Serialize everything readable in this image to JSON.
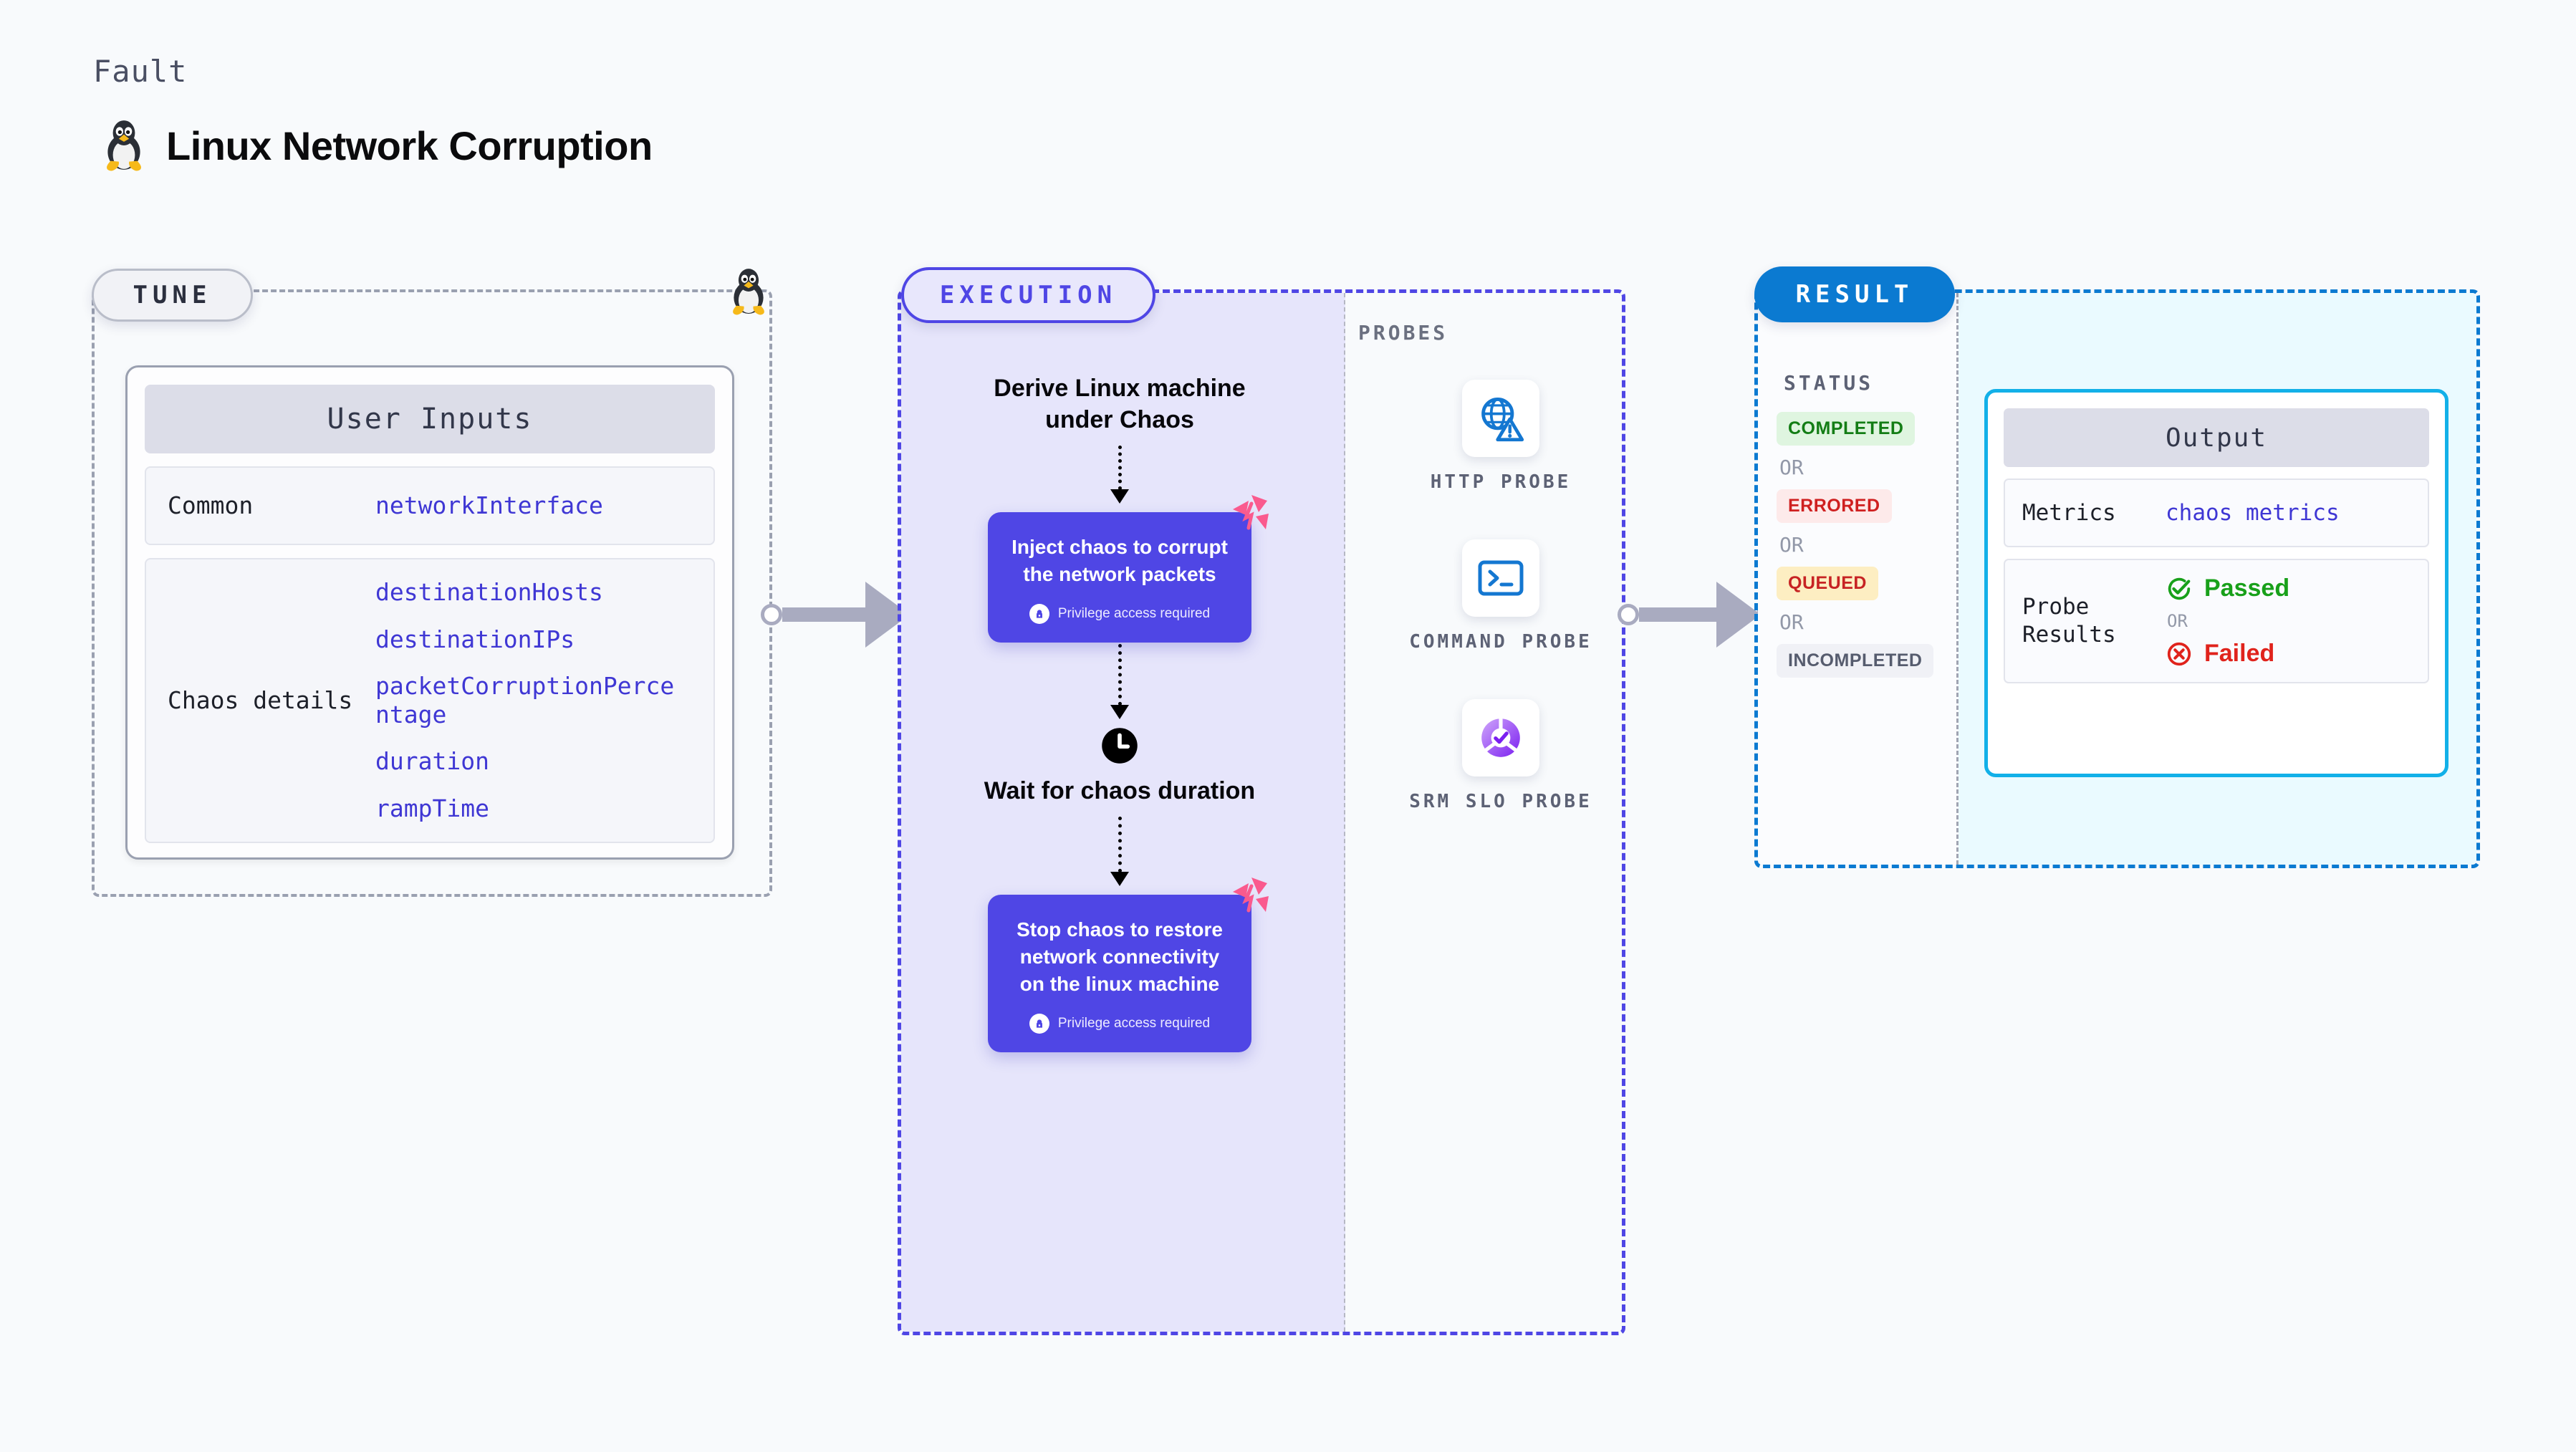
{
  "header": {
    "kicker": "Fault",
    "title": "Linux Network Corruption",
    "icon": "linux-penguin-icon"
  },
  "tune": {
    "pill_label": "TUNE",
    "card_title": "User Inputs",
    "rows": [
      {
        "key": "Common",
        "values": [
          "networkInterface"
        ]
      },
      {
        "key": "Chaos details",
        "values": [
          "destinationHosts",
          "destinationIPs",
          "packetCorruptionPercentage",
          "duration",
          "rampTime"
        ]
      }
    ]
  },
  "execution": {
    "pill_label": "EXECUTION",
    "step1_title": "Derive Linux machine under Chaos",
    "step2_title": "Inject chaos to corrupt the network packets",
    "step2_note": "Privilege access required",
    "step3_title": "Wait for chaos duration",
    "step4_title": "Stop chaos to restore network connectivity on the linux machine",
    "step4_note": "Privilege access required"
  },
  "probes": {
    "label": "PROBES",
    "items": [
      {
        "name": "HTTP PROBE",
        "icon": "globe-warning-icon"
      },
      {
        "name": "COMMAND PROBE",
        "icon": "terminal-icon"
      },
      {
        "name": "SRM SLO PROBE",
        "icon": "srm-slo-check-icon"
      }
    ]
  },
  "result": {
    "pill_label": "RESULT",
    "status_label": "STATUS",
    "or_label": "OR",
    "statuses": [
      {
        "label": "COMPLETED",
        "bg": "#dff5e0",
        "fg": "#137d15"
      },
      {
        "label": "ERRORED",
        "bg": "#fdeaea",
        "fg": "#cf2020"
      },
      {
        "label": "QUEUED",
        "bg": "#fdeec2",
        "fg": "#c72323"
      },
      {
        "label": "INCOMPLETED",
        "bg": "#f0f1f6",
        "fg": "#565c6e"
      }
    ],
    "output": {
      "title": "Output",
      "metrics_key": "Metrics",
      "metrics_value": "chaos metrics",
      "probe_key": "Probe Results",
      "passed_label": "Passed",
      "failed_label": "Failed",
      "or_label": "OR"
    }
  },
  "colors": {
    "background": "#f8fafc",
    "tune_border": "#9aa0b0",
    "execution_accent": "#4f46e5",
    "execution_fill": "#e6e5fb",
    "result_accent": "#0b7ad1",
    "output_fill": "#eafaff",
    "output_border": "#12b0e8",
    "value_text": "#3f37d4",
    "harness_pink": "#fa5a8e",
    "connector_gray": "#a9abc0"
  }
}
